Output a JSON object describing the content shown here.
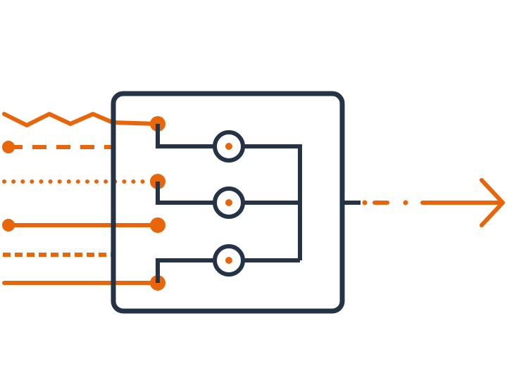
{
  "diagram": {
    "kind": "signal-multiplexer-icon",
    "colors": {
      "accent": "#E8650A",
      "outline": "#243446",
      "background": "#ffffff"
    },
    "input_lines": [
      {
        "style": "zigzag",
        "color": "accent"
      },
      {
        "style": "dashed",
        "color": "accent"
      },
      {
        "style": "dotted",
        "color": "accent"
      },
      {
        "style": "solid",
        "color": "accent"
      },
      {
        "style": "short-dashed",
        "color": "accent"
      },
      {
        "style": "solid",
        "color": "accent"
      }
    ],
    "switch_nodes": 3,
    "output": {
      "style": "dash-dot",
      "direction": "right-arrow",
      "color": "accent"
    }
  }
}
